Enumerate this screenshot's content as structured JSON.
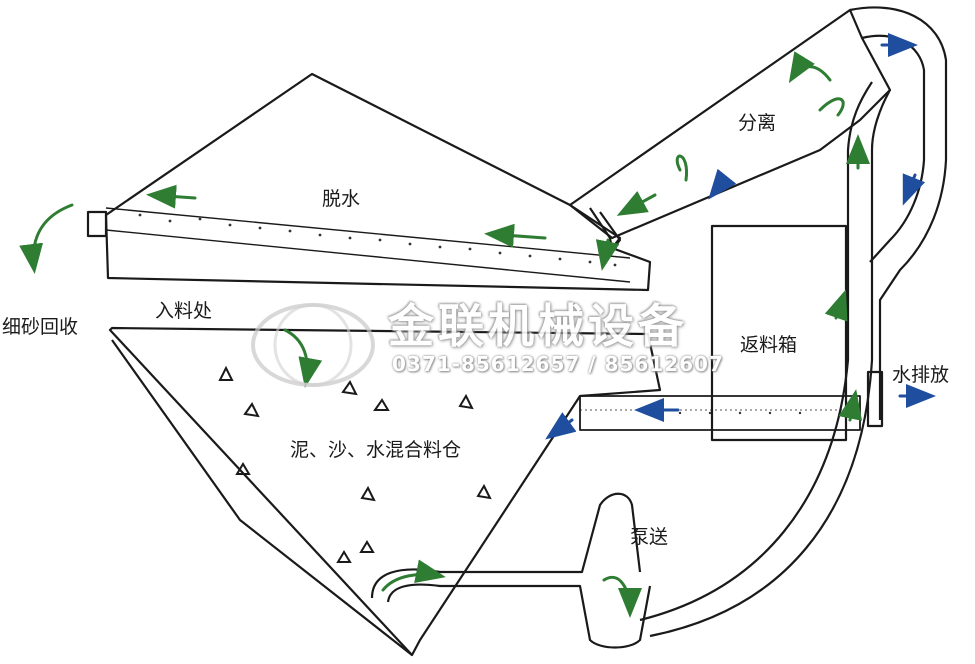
{
  "labels": {
    "dewater": "脱水",
    "separate": "分离",
    "fine_sand_recovery": "细砂回收",
    "feed_inlet": "入料处",
    "return_tank": "返料箱",
    "water_discharge": "水排放",
    "mix_bin": "泥、沙、水混合料仓",
    "pumping": "泵送"
  },
  "watermark": {
    "company": "金联机械设备",
    "phones": "0371-85612657 / 85612607"
  },
  "colors": {
    "outline": "#1a1a1a",
    "flow_arrow": "#2e7d32",
    "water_arrow": "#1f4e9e"
  }
}
